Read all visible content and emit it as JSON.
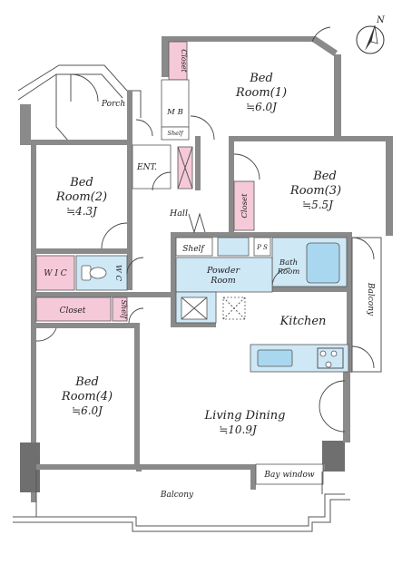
{
  "rooms": {
    "bed1": {
      "name": "Bed",
      "sub": "Room(1)",
      "size": "≒6.0J"
    },
    "bed2": {
      "name": "Bed",
      "sub": "Room(2)",
      "size": "≒4.3J"
    },
    "bed3": {
      "name": "Bed",
      "sub": "Room(3)",
      "size": "≒5.5J"
    },
    "bed4": {
      "name": "Bed",
      "sub": "Room(4)",
      "size": "≒6.0J"
    },
    "living": {
      "name": "Living Dining",
      "size": "≒10.9J"
    }
  },
  "labels": {
    "closet_top": "Closet",
    "porch": "Porch",
    "mb": "M B",
    "shelf_top": "Shelf",
    "ent": "ENT.",
    "closet_bed3": "Closet",
    "hall": "Hall",
    "shelf_mid": "Shelf",
    "ps": "P S",
    "bath": "Bath",
    "bath2": "Room",
    "powder": "Powder",
    "powder2": "Room",
    "wic": "W I C",
    "wc": "W C",
    "closet_left": "Closet",
    "shelf_left": "Shelf",
    "kitchen": "Kitchen",
    "balcony_right": "Balcony",
    "bay": "Bay window",
    "balcony_bottom": "Balcony",
    "north": "N"
  }
}
